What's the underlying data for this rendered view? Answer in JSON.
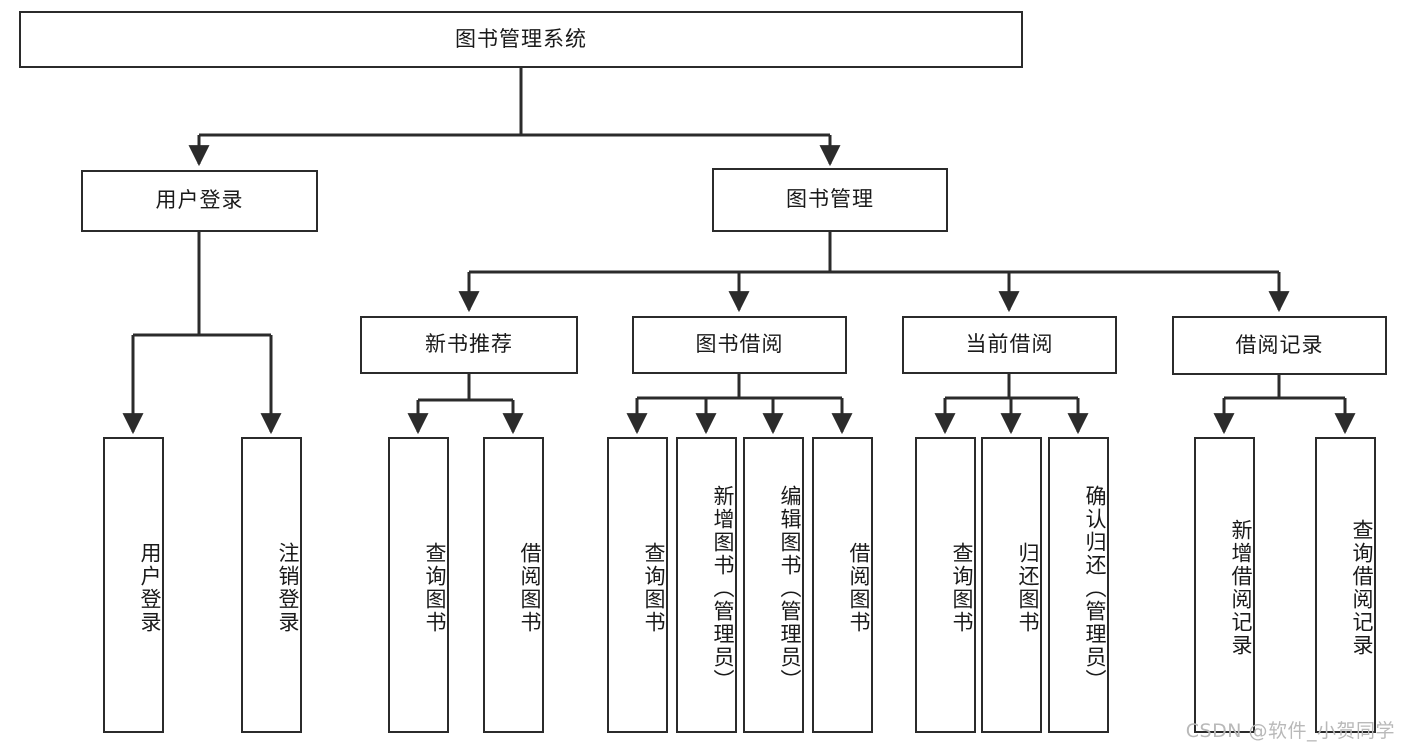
{
  "diagram": {
    "title": "图书管理系统",
    "type": "tree-hierarchy",
    "watermark": "CSDN @软件_小贺同学",
    "colors": {
      "background": "#ffffff",
      "node_fill": "#ffffff",
      "node_border": "#2b2b2b",
      "edge": "#2b2b2b",
      "text": "#1a1a1a",
      "watermark": "#b9b9b9"
    }
  },
  "nodes": {
    "root": {
      "label": "图书管理系统"
    },
    "level1": [
      {
        "id": "user-login",
        "label": "用户登录"
      },
      {
        "id": "book-manage",
        "label": "图书管理"
      }
    ],
    "level2": [
      {
        "id": "new-book-recommend",
        "label": "新书推荐"
      },
      {
        "id": "book-borrow",
        "label": "图书借阅"
      },
      {
        "id": "current-borrow",
        "label": "当前借阅"
      },
      {
        "id": "borrow-record",
        "label": "借阅记录"
      }
    ],
    "leaves": {
      "user_login": [
        {
          "id": "leaf-user-login",
          "label": "用户登录"
        },
        {
          "id": "leaf-logout-login",
          "label": "注销登录"
        }
      ],
      "new_book_recommend": [
        {
          "id": "leaf-query-book-1",
          "label": "查询图书"
        },
        {
          "id": "leaf-borrow-book-1",
          "label": "借阅图书"
        }
      ],
      "book_borrow": [
        {
          "id": "leaf-query-book-2",
          "label": "查询图书"
        },
        {
          "id": "leaf-add-book",
          "label": "新增图书（管理员）"
        },
        {
          "id": "leaf-edit-book",
          "label": "编辑图书（管理员）"
        },
        {
          "id": "leaf-borrow-book-2",
          "label": "借阅图书"
        }
      ],
      "current_borrow": [
        {
          "id": "leaf-query-book-3",
          "label": "查询图书"
        },
        {
          "id": "leaf-return-book",
          "label": "归还图书"
        },
        {
          "id": "leaf-confirm-return",
          "label": "确认归还（管理员）"
        }
      ],
      "borrow_record": [
        {
          "id": "leaf-add-record",
          "label": "新增借阅记录"
        },
        {
          "id": "leaf-query-record",
          "label": "查询借阅记录"
        }
      ]
    }
  },
  "edges": [
    {
      "from": "root",
      "to": "user-login"
    },
    {
      "from": "root",
      "to": "book-manage"
    },
    {
      "from": "user-login",
      "to": "leaf-user-login"
    },
    {
      "from": "user-login",
      "to": "leaf-logout-login"
    },
    {
      "from": "book-manage",
      "to": "new-book-recommend"
    },
    {
      "from": "book-manage",
      "to": "book-borrow"
    },
    {
      "from": "book-manage",
      "to": "current-borrow"
    },
    {
      "from": "book-manage",
      "to": "borrow-record"
    },
    {
      "from": "new-book-recommend",
      "to": "leaf-query-book-1"
    },
    {
      "from": "new-book-recommend",
      "to": "leaf-borrow-book-1"
    },
    {
      "from": "book-borrow",
      "to": "leaf-query-book-2"
    },
    {
      "from": "book-borrow",
      "to": "leaf-add-book"
    },
    {
      "from": "book-borrow",
      "to": "leaf-edit-book"
    },
    {
      "from": "book-borrow",
      "to": "leaf-borrow-book-2"
    },
    {
      "from": "current-borrow",
      "to": "leaf-query-book-3"
    },
    {
      "from": "current-borrow",
      "to": "leaf-return-book"
    },
    {
      "from": "current-borrow",
      "to": "leaf-confirm-return"
    },
    {
      "from": "borrow-record",
      "to": "leaf-add-record"
    },
    {
      "from": "borrow-record",
      "to": "leaf-query-record"
    }
  ]
}
